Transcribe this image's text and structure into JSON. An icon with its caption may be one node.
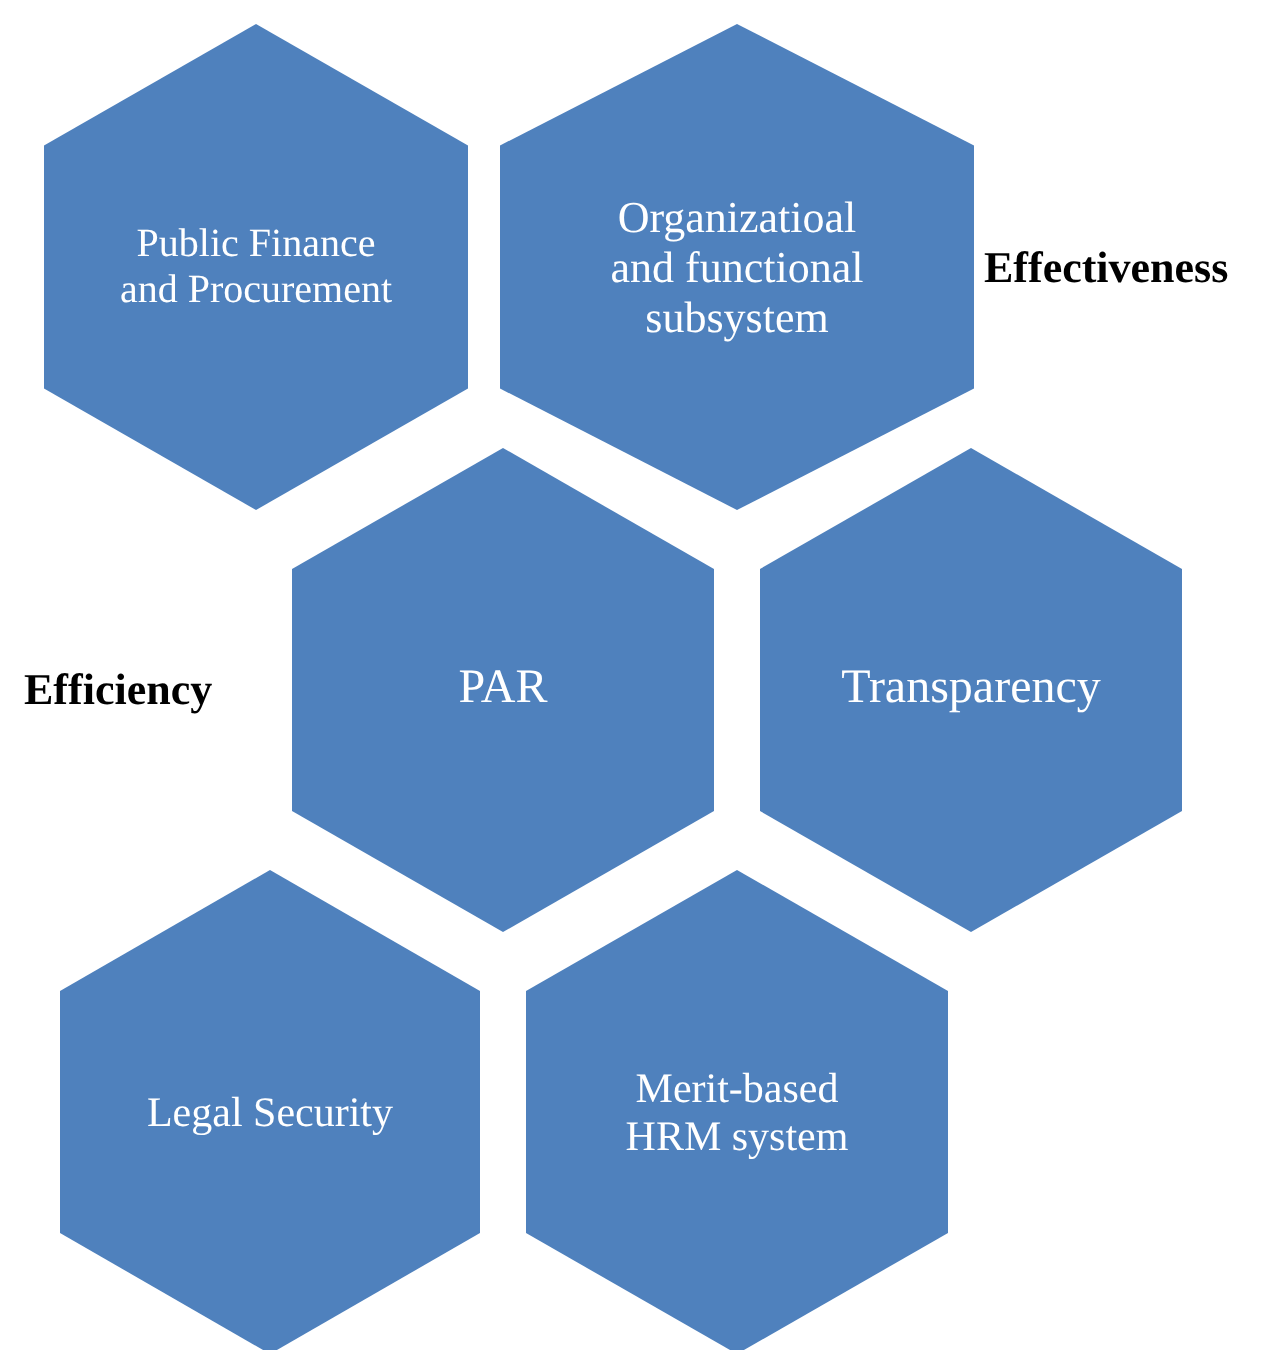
{
  "diagram": {
    "nodes": [
      {
        "text": [
          "Public Finance and Procurement"
        ]
      },
      {
        "text": [
          "Organizatioal and functional subsystem"
        ]
      },
      {
        "text": [
          "PAR"
        ]
      },
      {
        "text": [
          "Transparency"
        ]
      },
      {
        "text": [
          "Legal Security"
        ]
      },
      {
        "text": [
          "Merit-based HRM system"
        ]
      }
    ],
    "labels": [
      "Effectiveness",
      "Efficiency"
    ]
  }
}
